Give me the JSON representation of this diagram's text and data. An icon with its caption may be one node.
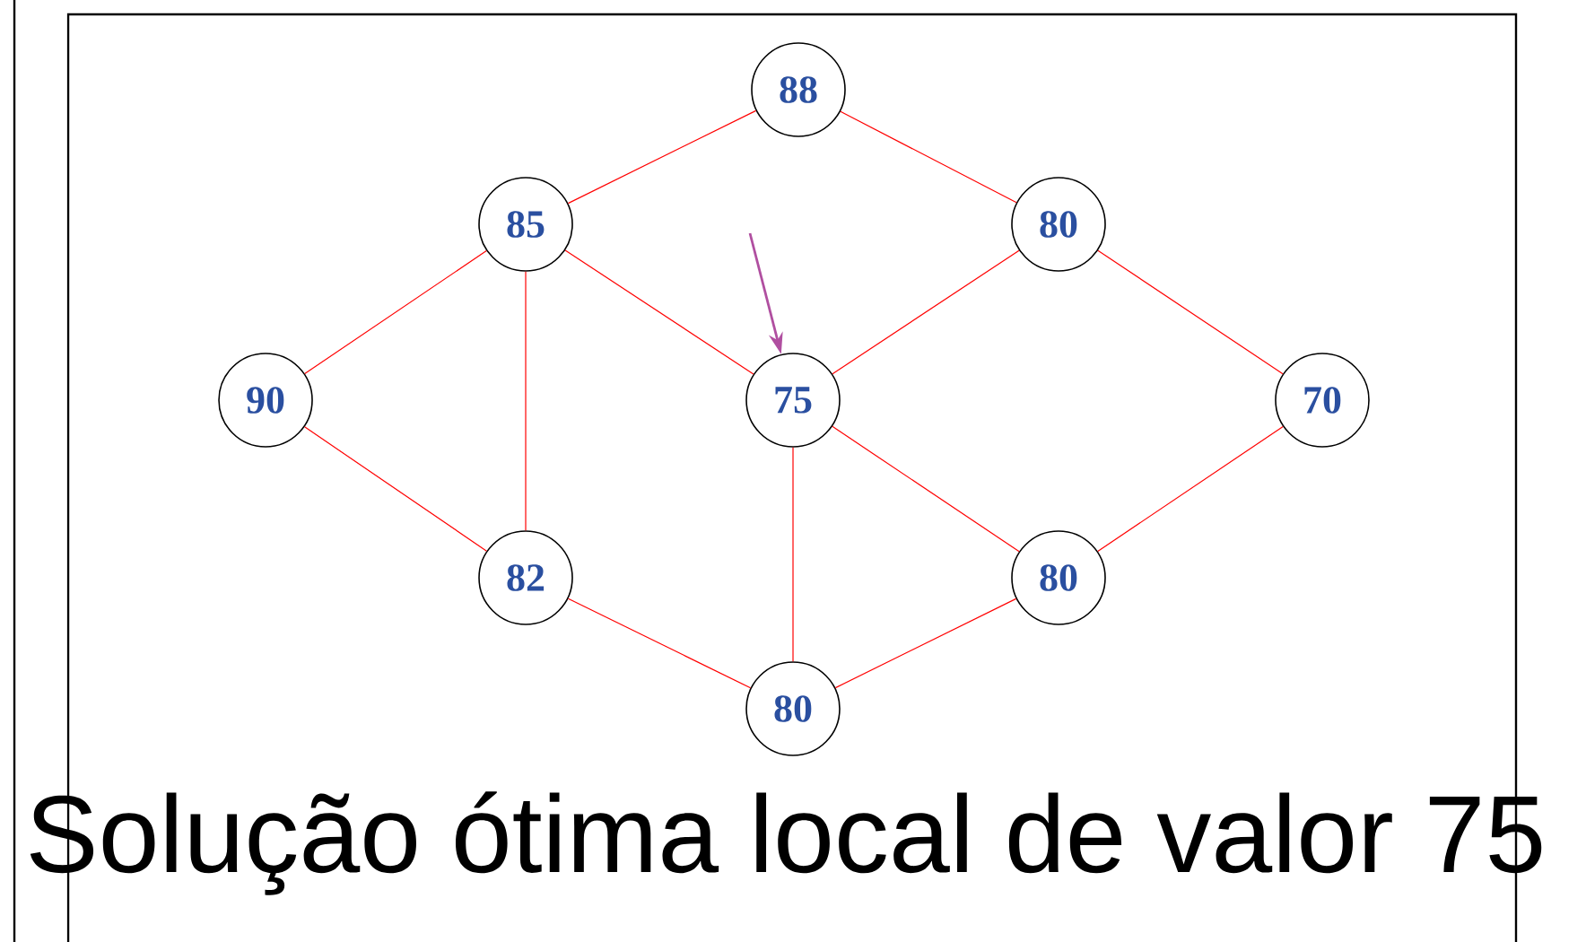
{
  "diagram": {
    "caption": "Solução ótima local de valor 75",
    "nodes": [
      {
        "text": [
          "88"
        ]
      },
      {
        "text": [
          "85"
        ]
      },
      {
        "text": [
          "80"
        ]
      },
      {
        "text": [
          "90"
        ]
      },
      {
        "text": [
          "75"
        ]
      },
      {
        "text": [
          "70"
        ]
      },
      {
        "text": [
          "82"
        ]
      },
      {
        "text": [
          "80"
        ]
      },
      {
        "text": [
          "80"
        ]
      }
    ],
    "edges": [
      {
        "from": 0,
        "to": 1,
        "arrow": "none"
      },
      {
        "from": 0,
        "to": 2,
        "arrow": "none"
      },
      {
        "from": 1,
        "to": 3,
        "arrow": "none"
      },
      {
        "from": 1,
        "to": 6,
        "arrow": "none"
      },
      {
        "from": 1,
        "to": 4,
        "arrow": "none"
      },
      {
        "from": 2,
        "to": 4,
        "arrow": "none"
      },
      {
        "from": 2,
        "to": 5,
        "arrow": "none"
      },
      {
        "from": 3,
        "to": 6,
        "arrow": "none"
      },
      {
        "from": 4,
        "to": 7,
        "arrow": "none"
      },
      {
        "from": 4,
        "to": 8,
        "arrow": "none"
      },
      {
        "from": 5,
        "to": 7,
        "arrow": "none"
      },
      {
        "from": 6,
        "to": 8,
        "arrow": "none"
      },
      {
        "from": 7,
        "to": 8,
        "arrow": "none"
      },
      {
        "from": null,
        "to": 4,
        "arrow": "to",
        "color": "#b04fa0"
      }
    ]
  }
}
